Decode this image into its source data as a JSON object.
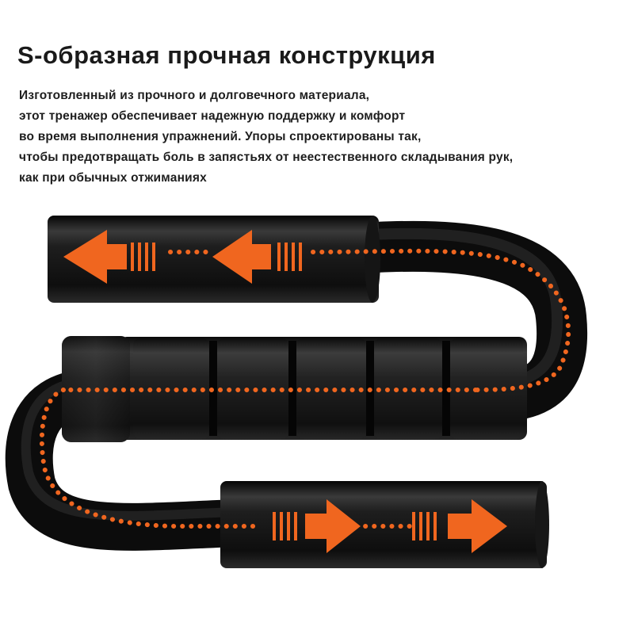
{
  "header": {
    "title": "S-образная прочная конструкция",
    "description_lines": [
      "Изготовленный из прочного и долговечного материала,",
      "этот тренажер обеспечивает надежную поддержку и комфорт",
      "во время выполнения упражнений. Упоры спроектированы так,",
      "чтобы предотвращать боль в запястьях от неестественного складывания рук,",
      "как при обычных отжиманиях"
    ]
  },
  "product_image": {
    "subject": "s-shaped-push-up-bar",
    "accent_color": "#f0661f",
    "body_color": "#1c1c1c",
    "flow_arrow_icons": [
      "arrow-left-icon",
      "arrow-left-icon",
      "arrow-right-icon",
      "arrow-right-icon"
    ]
  }
}
